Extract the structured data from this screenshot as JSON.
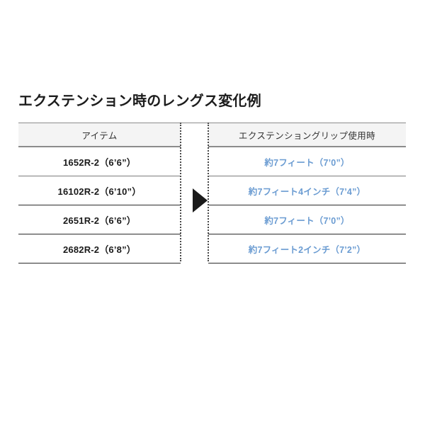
{
  "page": {
    "title": "エクステンション時のレングス変化例",
    "background_color": "#ffffff"
  },
  "table": {
    "columns": [
      {
        "key": "item",
        "label": "アイテム"
      },
      {
        "key": "gap",
        "label": ""
      },
      {
        "key": "result",
        "label": "エクステンショングリップ使用時"
      }
    ],
    "rows": [
      {
        "item": "1652R-2（6’6”）",
        "result": "約7フィート（7’0”）"
      },
      {
        "item": "16102R-2（6’10”）",
        "result": "約7フィート4インチ（7’4”）"
      },
      {
        "item": "2651R-2（6’6”）",
        "result": "約7フィート（7’0”）"
      },
      {
        "item": "2682R-2（6’8”）",
        "result": "約7フィート2インチ（7’2”）"
      }
    ],
    "separator_icon": "right-triangle-arrow",
    "colors": {
      "header_background": "#f4f4f4",
      "header_text": "#333333",
      "item_text": "#1a1a1a",
      "result_text": "#6b9cd2",
      "rule": "#2b2b2b",
      "header_rule": "#8c8c8c",
      "arrow": "#1a1a1a"
    }
  }
}
